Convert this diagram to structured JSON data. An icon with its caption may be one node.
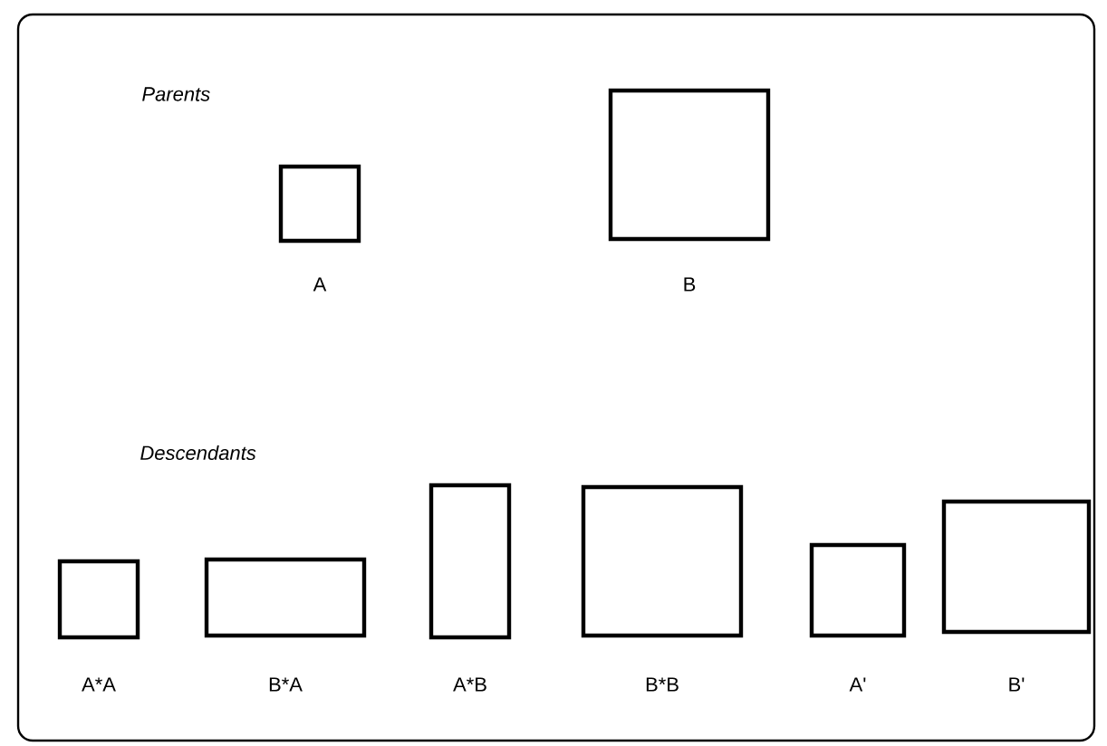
{
  "diagram": {
    "nodes": [
      {
        "text": [
          "A"
        ]
      },
      {
        "text": [
          "B"
        ]
      },
      {
        "text": [
          "A*A"
        ]
      },
      {
        "text": [
          "B*A"
        ]
      },
      {
        "text": [
          "A*B"
        ]
      },
      {
        "text": [
          "B*B"
        ]
      },
      {
        "text": [
          "A'"
        ]
      },
      {
        "text": [
          "B'"
        ]
      }
    ],
    "labels": [
      "Parents",
      "Descendants"
    ]
  }
}
